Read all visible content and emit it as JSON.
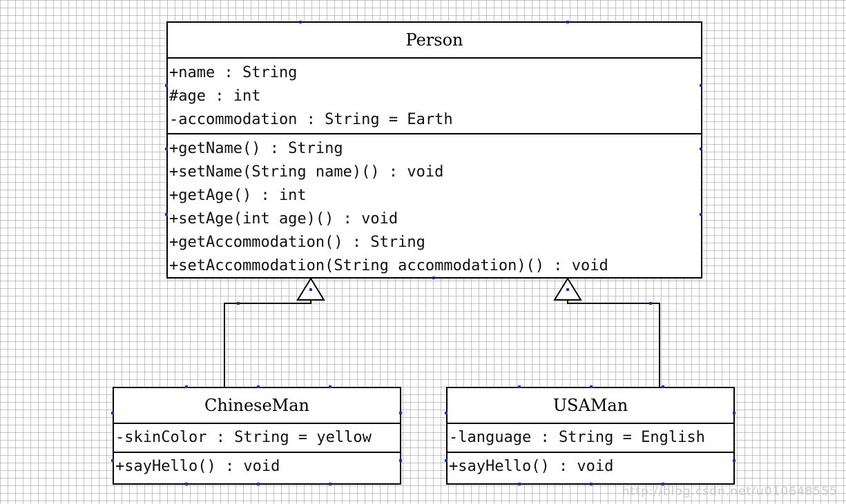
{
  "diagram": {
    "classes": [
      {
        "id": "person",
        "name": "Person",
        "attributes": [
          "+name : String",
          "#age : int",
          "-accommodation : String = Earth"
        ],
        "methods": [
          "+getName() : String",
          "+setName(String name)() : void",
          "+getAge() : int",
          "+setAge(int age)() : void",
          "+getAccommodation() : String",
          "+setAccommodation(String accommodation)() : void"
        ]
      },
      {
        "id": "chinese",
        "name": "ChineseMan",
        "attributes": [
          "-skinColor : String = yellow"
        ],
        "methods": [
          "+sayHello() : void"
        ]
      },
      {
        "id": "usa",
        "name": "USAMan",
        "attributes": [
          "-language : String = English"
        ],
        "methods": [
          "+sayHello() : void"
        ]
      }
    ],
    "relations": [
      {
        "type": "generalization",
        "from": "ChineseMan",
        "to": "Person"
      },
      {
        "type": "generalization",
        "from": "USAMan",
        "to": "Person"
      }
    ],
    "colors": {
      "line": "#000000",
      "handle": "#1a2fbf",
      "grid": "#969696"
    },
    "watermark": "http://blog.csdn.net/u010648555"
  }
}
